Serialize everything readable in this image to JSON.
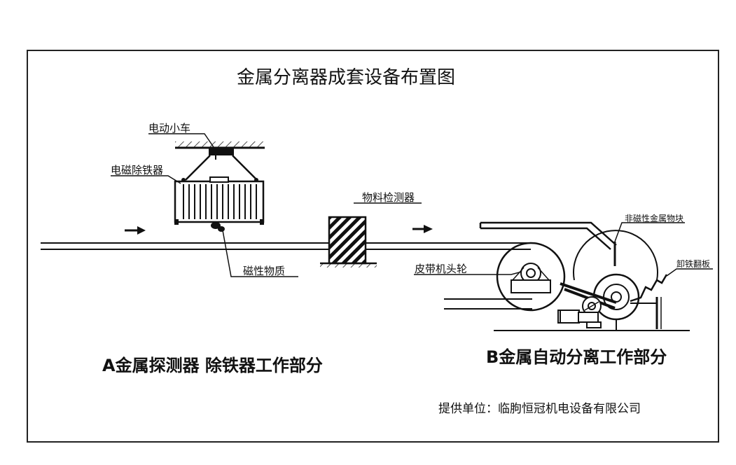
{
  "title": "金属分离器成套设备布置图",
  "labels": {
    "cart": "电动小车",
    "electromagnet": "电磁除铁器",
    "magnetic_material": "磁性物质",
    "material_detector": "物料检测器",
    "non_magnetic_metal": "非磁性金属物块",
    "belt_head_pulley": "皮带机头轮",
    "unloading_plate": "卸铁翻板"
  },
  "sections": {
    "a": "A金属探测器  除铁器工作部分",
    "b": "B金属自动分离工作部分"
  },
  "provider": "提供单位：临朐恒冠机电设备有限公司"
}
